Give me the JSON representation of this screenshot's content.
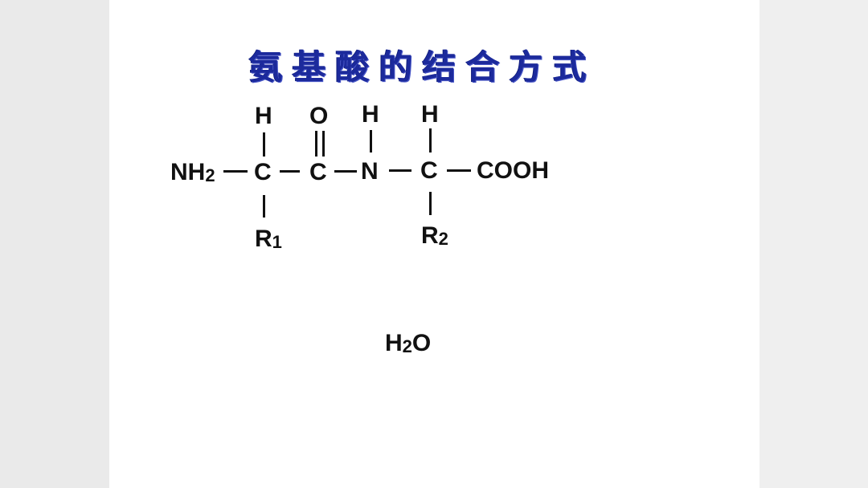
{
  "slide": {
    "title": "氨基酸的结合方式",
    "title_color": "#1c2a9c",
    "structure": {
      "top_row": [
        {
          "id": "h1",
          "label": "H"
        },
        {
          "id": "o1",
          "label": "O"
        },
        {
          "id": "h2",
          "label": "H"
        },
        {
          "id": "h3",
          "label": "H"
        }
      ],
      "main_chain": {
        "amino_group": {
          "main": "NH",
          "sub": "2"
        },
        "c1": "C",
        "c2": "C",
        "n": "N",
        "c3": "C",
        "carboxyl": "COOH"
      },
      "side_chains": [
        {
          "main": "R",
          "sub": "1"
        },
        {
          "main": "R",
          "sub": "2"
        }
      ]
    },
    "byproduct": {
      "main": "H",
      "sub": "2",
      "tail": "O"
    }
  }
}
